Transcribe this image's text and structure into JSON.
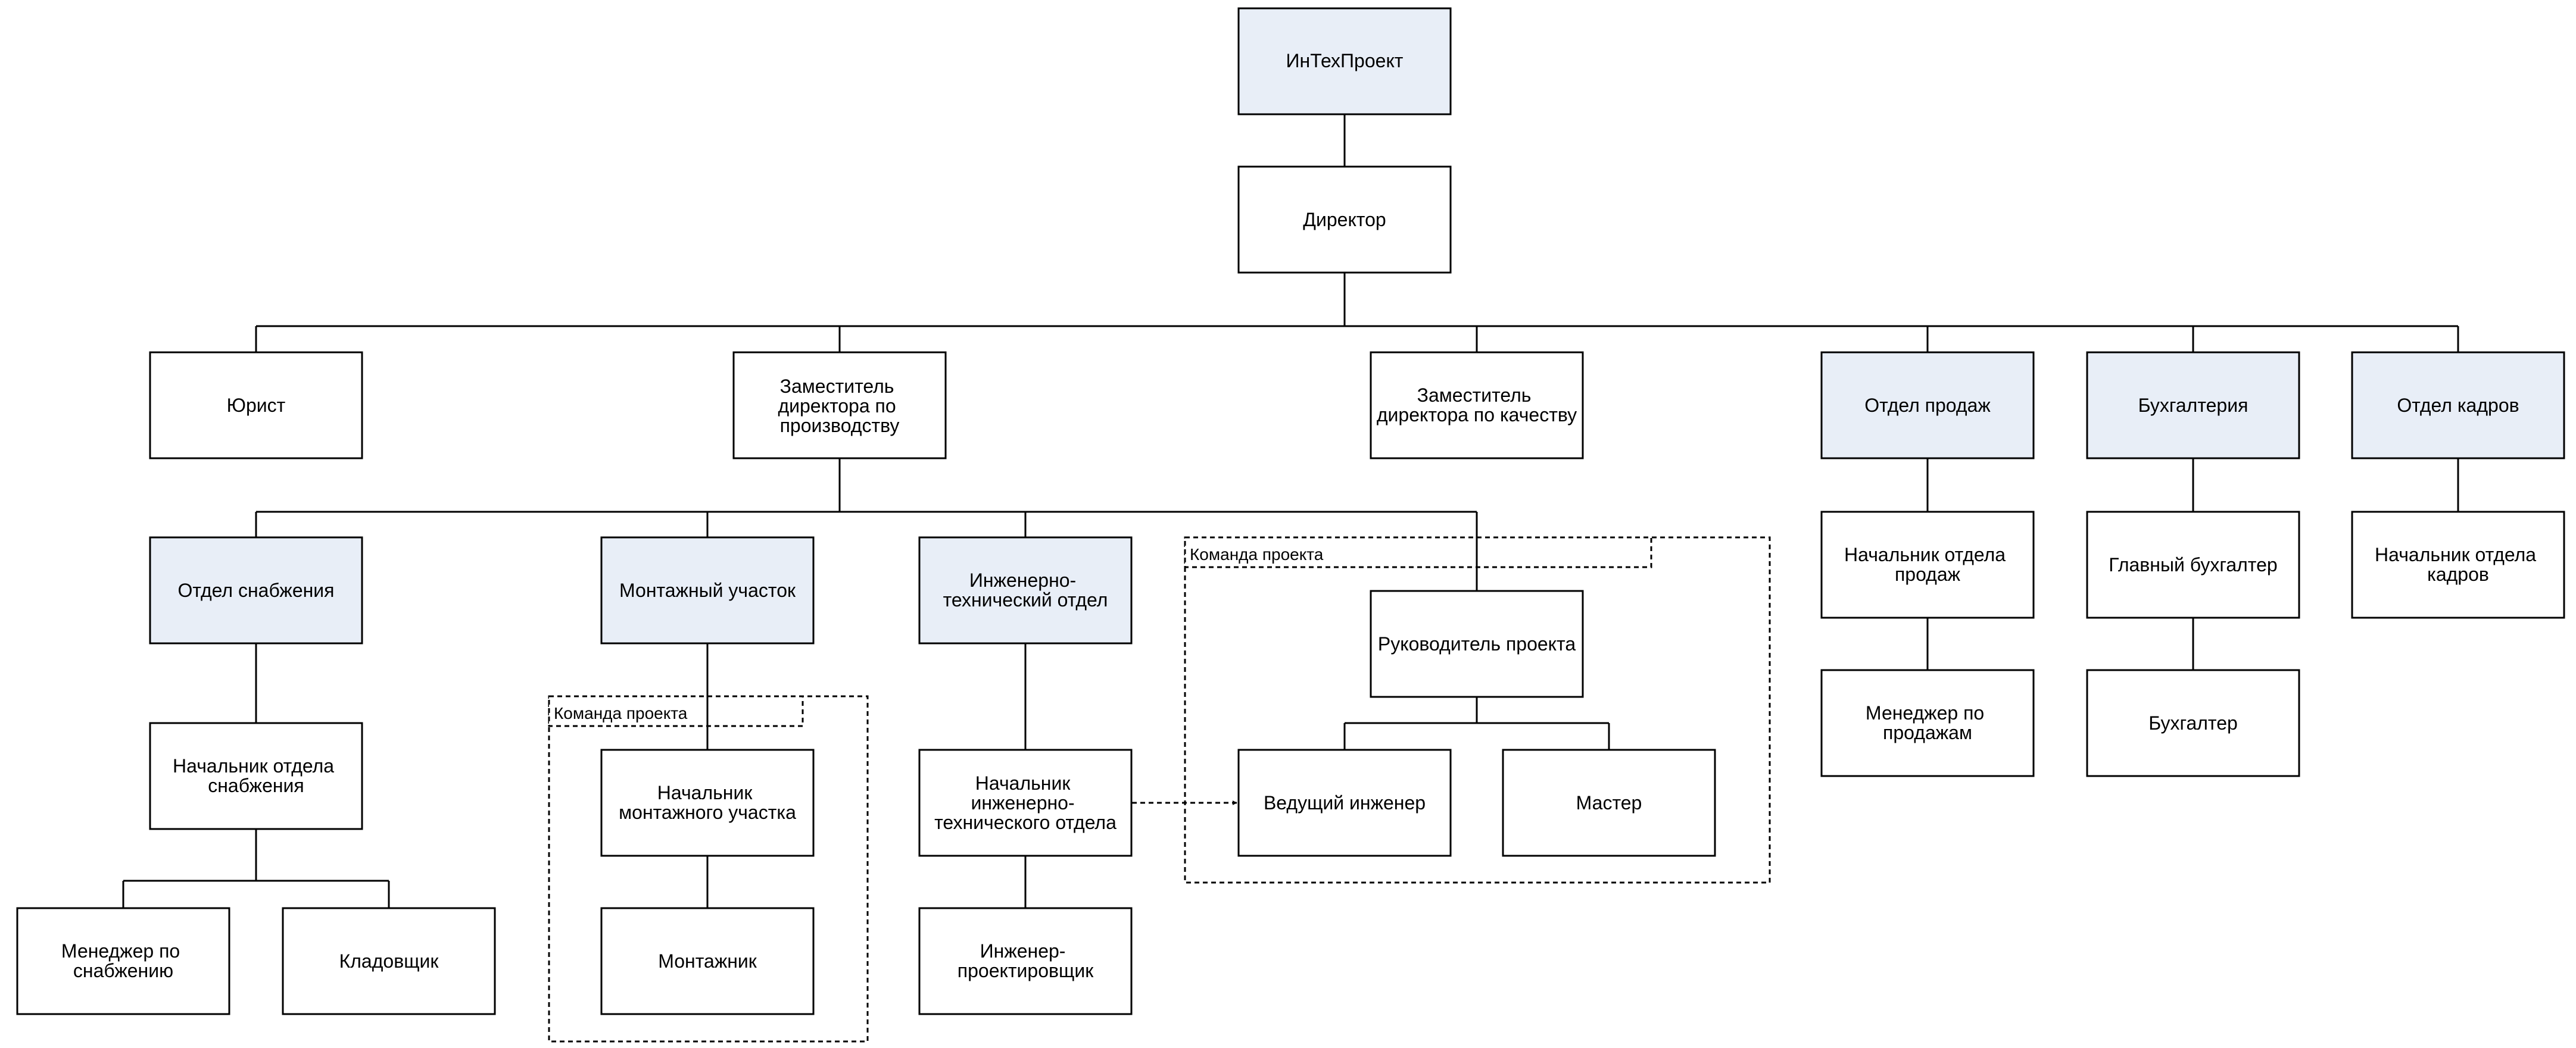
{
  "colors": {
    "box_fill_plain": "#ffffff",
    "box_fill_department": "#e8eef7",
    "line": "#000000"
  },
  "nodes": {
    "company": "ИнТехПроект",
    "director": "Директор",
    "lawyer": "Юрист",
    "deputy_production": "Заместитель директора по производству",
    "deputy_quality": "Заместитель директора по качеству",
    "sales_dept": "Отдел продаж",
    "accounting": "Бухгалтерия",
    "hr_dept": "Отдел кадров",
    "supply_dept": "Отдел снабжения",
    "assembly_site": "Монтажный участок",
    "engineering_dept": "Инженерно-технический отдел",
    "project_manager": "Руководитель проекта",
    "sales_head": "Начальник отдела продаж",
    "chief_accountant": "Главный бухгалтер",
    "hr_head": "Начальник отдела кадров",
    "supply_head": "Начальник отдела снабжения",
    "assembly_head": "Начальник монтажного участка",
    "engineering_head": "Начальник инженерно-технического отдела",
    "lead_engineer": "Ведущий инженер",
    "foreman": "Мастер",
    "sales_manager": "Менеджер по продажам",
    "accountant": "Бухгалтер",
    "supply_manager": "Менеджер по снабжению",
    "storekeeper": "Кладовщик",
    "installer": "Монтажник",
    "design_engineer": "Инженер-проектировщик"
  },
  "groups": {
    "team_left": "Команда проекта",
    "team_right": "Команда проекта"
  }
}
